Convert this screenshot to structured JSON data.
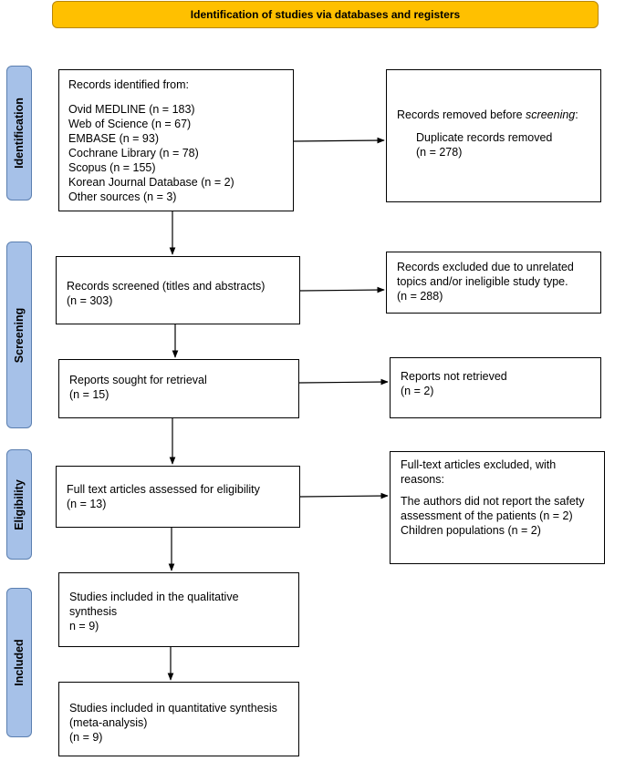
{
  "header": {
    "title": "Identification of studies via databases and registers"
  },
  "phases": {
    "identification": "Identification",
    "screening": "Screening",
    "eligibility": "Eligibility",
    "included": "Included"
  },
  "boxes": {
    "records_identified": {
      "heading": "Records identified from:",
      "items": [
        "Ovid MEDLINE (n = 183)",
        "Web of Science (n = 67)",
        "EMBASE (n = 93)",
        "Cochrane Library (n = 78)",
        "Scopus (n = 155)",
        "Korean Journal Database (n = 2)",
        "Other sources (n = 3)"
      ]
    },
    "records_removed": {
      "heading_prefix": "Records removed before ",
      "heading_italic": "screening",
      "heading_suffix": ":",
      "item": "Duplicate records removed",
      "count": "(n = 278)"
    },
    "records_screened": {
      "label": "Records screened (titles and abstracts)",
      "count": "(n = 303)"
    },
    "records_excluded": {
      "lines": [
        "Records excluded due to unrelated",
        "topics and/or ineligible study type."
      ],
      "count": "(n = 288)"
    },
    "reports_sought": {
      "label": "Reports sought for retrieval",
      "count": "(n = 15)"
    },
    "reports_not_retrieved": {
      "label": "Reports not retrieved",
      "count": "(n = 2)"
    },
    "full_text_assessed": {
      "label": "Full text articles assessed for eligibility",
      "count": "(n = 13)"
    },
    "full_text_excluded": {
      "lines": [
        "Full-text articles excluded, with",
        "reasons:"
      ],
      "reasons": [
        "The authors did not report the safety",
        "assessment of the patients (n = 2)",
        "Children populations (n = 2)"
      ]
    },
    "qualitative": {
      "lines": [
        "Studies included in the qualitative",
        "synthesis"
      ],
      "count": "n = 9)"
    },
    "quantitative": {
      "lines": [
        "Studies included in quantitative synthesis",
        "(meta-analysis)"
      ],
      "count": "(n = 9)"
    }
  }
}
